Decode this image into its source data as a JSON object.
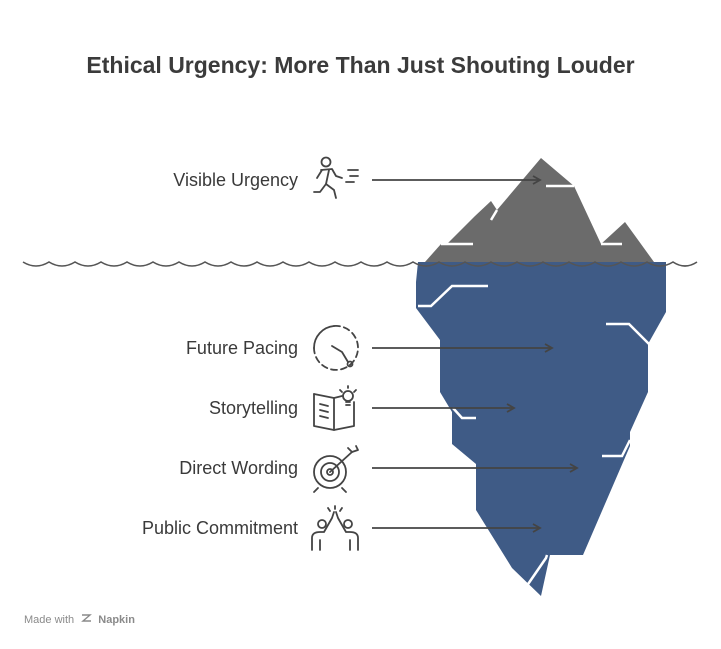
{
  "title": "Ethical Urgency: More Than Just Shouting Louder",
  "items": [
    {
      "label": "Visible Urgency",
      "icon": "running-person-icon",
      "zone": "above-water"
    },
    {
      "label": "Future Pacing",
      "icon": "clock-path-icon",
      "zone": "below-water"
    },
    {
      "label": "Storytelling",
      "icon": "book-lightbulb-icon",
      "zone": "below-water"
    },
    {
      "label": "Direct Wording",
      "icon": "target-arrow-icon",
      "zone": "below-water"
    },
    {
      "label": "Public Commitment",
      "icon": "high-five-icon",
      "zone": "below-water"
    }
  ],
  "footer": {
    "prefix": "Made with",
    "brand": "Napkin"
  },
  "colors": {
    "tip": "#6b6b6b",
    "submerged": "#3f5b86",
    "water_line": "#555555",
    "text": "#3a3a3a"
  }
}
